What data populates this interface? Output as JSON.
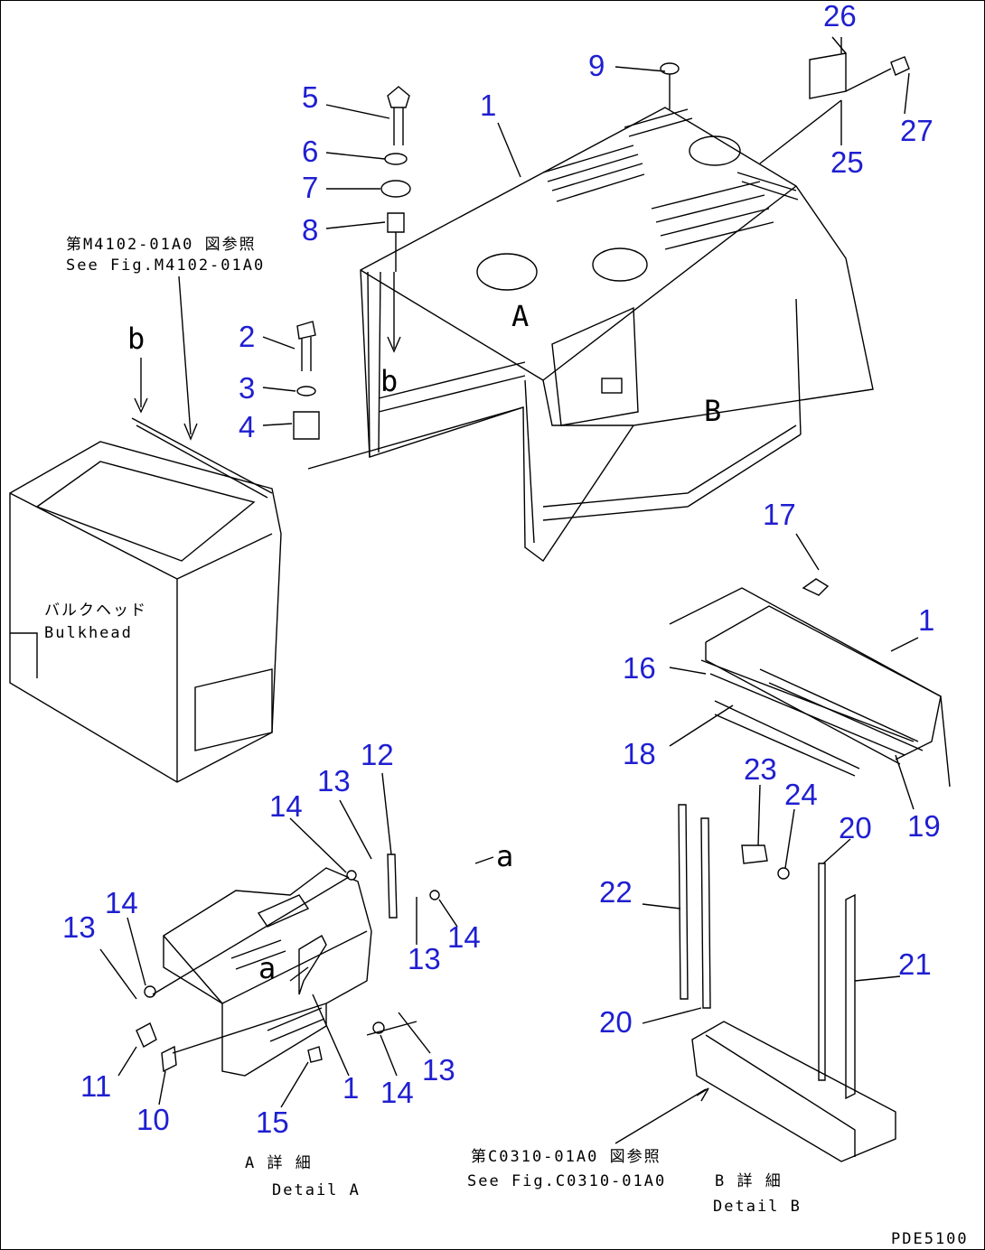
{
  "callouts": {
    "n1_top": "1",
    "n2": "2",
    "n3": "3",
    "n4": "4",
    "n5": "5",
    "n6": "6",
    "n7": "7",
    "n8": "8",
    "n9": "9",
    "n26": "26",
    "n27": "27",
    "n25": "25",
    "n17": "17",
    "n1_b": "1",
    "n16": "16",
    "n18": "18",
    "n19": "19",
    "n23": "23",
    "n24": "24",
    "n20_r": "20",
    "n22": "22",
    "n21": "21",
    "n20_l": "20",
    "n12": "12",
    "n13_a": "13",
    "n14_a": "14",
    "n14_b": "14",
    "n13_b": "13",
    "n13_c": "13",
    "n14_c": "14",
    "n11": "11",
    "n10": "10",
    "n15": "15",
    "n1_a": "1",
    "n14_d": "14",
    "n13_d": "13"
  },
  "annotations": {
    "ref_m4102_jp": "第M4102-01A0 図参照",
    "ref_m4102_en": "See Fig.M4102-01A0",
    "bulkhead_jp": "バルクヘッド",
    "bulkhead_en": "Bulkhead",
    "letter_b1": "b",
    "letter_b2": "b",
    "letter_A": "A",
    "letter_B": "B",
    "letter_a1": "a",
    "letter_a2": "a",
    "detail_a_jp": "A 詳 細",
    "detail_a_en": "Detail A",
    "ref_c0310_jp": "第C0310-01A0 図参照",
    "ref_c0310_en": "See Fig.C0310-01A0",
    "detail_b_jp": "B 詳 細",
    "detail_b_en": "Detail B",
    "drawing_code": "PDE5100"
  }
}
